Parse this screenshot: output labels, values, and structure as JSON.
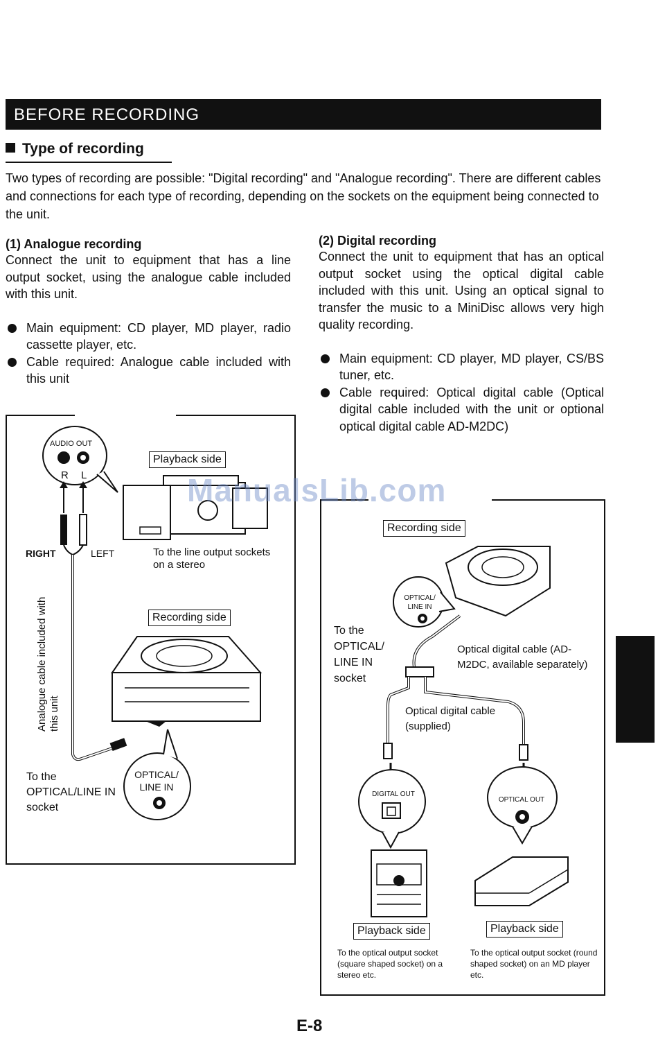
{
  "header": {
    "title": "BEFORE RECORDING"
  },
  "section": {
    "title": "Type of recording"
  },
  "intro": "Two types of recording are possible: \"Digital recording\" and \"Analogue recording\". There are different cables and connections for each type of recording, depending on the sockets on the equipment being connected to the unit.",
  "analogue": {
    "heading": "(1) Analogue recording",
    "text": "Connect the unit to equipment that has a line output socket, using the analogue cable included with this unit.",
    "bullets": [
      "Main equipment: CD player, MD player, radio cassette player, etc.",
      "Cable required: Analogue cable included with this unit"
    ],
    "figure": {
      "audio_out": "AUDIO OUT",
      "r": "R",
      "l": "L",
      "playback_side": "Playback side",
      "right": "RIGHT",
      "left": "LEFT",
      "line_output_note": "To the line output sockets on a stereo",
      "recording_side": "Recording side",
      "cable_label": "Analogue cable included with this unit",
      "optical_note": "To the OPTICAL/LINE IN socket",
      "optical_line_in": "OPTICAL/ LINE IN"
    }
  },
  "digital": {
    "heading": "(2) Digital recording",
    "text": "Connect the unit to equipment that has an optical output socket using the optical digital cable included with this unit. Using an optical signal to transfer the music to a MiniDisc allows very high quality recording.",
    "bullets": [
      "Main equipment: CD player, MD player, CS/BS tuner, etc.",
      "Cable required: Optical digital cable (Optical digital cable included with the unit or optional optical digital cable AD-M2DC)"
    ],
    "figure": {
      "recording_side": "Recording side",
      "optical_line_in": "OPTICAL/ LINE IN",
      "to_socket": "To the OPTICAL/ LINE IN socket",
      "cable_optional": "Optical digital cable (AD-M2DC, available separately)",
      "cable_supplied": "Optical digital cable (supplied)",
      "digital_out": "DIGITAL OUT",
      "optical_out": "OPTICAL OUT",
      "playback_side_1": "Playback side",
      "playback_side_2": "Playback side",
      "note_1": "To the optical output socket (square shaped socket) on a stereo etc.",
      "note_2": "To the optical output socket (round shaped socket) on an MD player etc."
    }
  },
  "watermark": "ManualsLib.com",
  "page_number": "E-8"
}
